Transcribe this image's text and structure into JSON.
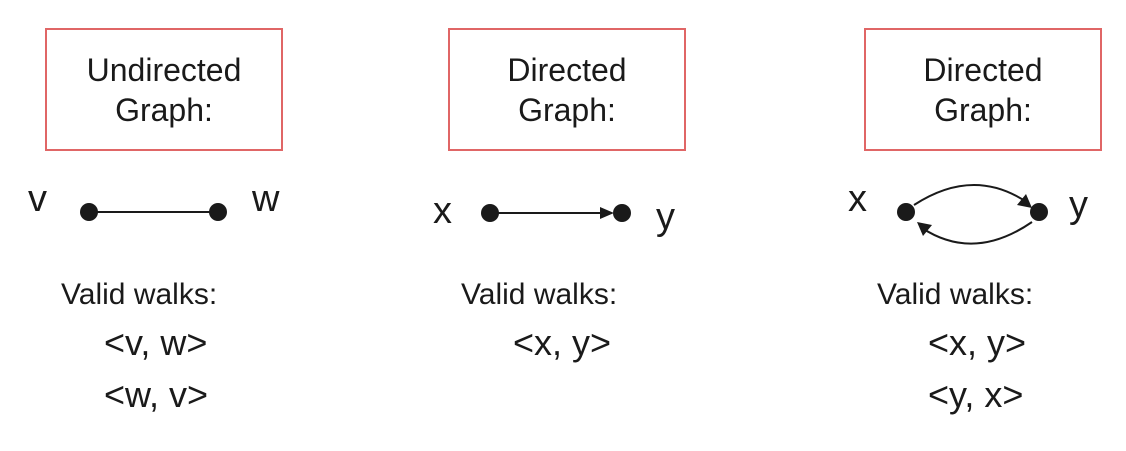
{
  "panels": [
    {
      "title_line1": "Undirected",
      "title_line2": "Graph:",
      "node_a": "v",
      "node_b": "w",
      "walks_heading": "Valid walks:",
      "walks": [
        "<v, w>",
        "<w, v>"
      ]
    },
    {
      "title_line1": "Directed",
      "title_line2": "Graph:",
      "node_a": "x",
      "node_b": "y",
      "walks_heading": "Valid walks:",
      "walks": [
        "<x, y>"
      ]
    },
    {
      "title_line1": "Directed",
      "title_line2": "Graph:",
      "node_a": "x",
      "node_b": "y",
      "walks_heading": "Valid walks:",
      "walks": [
        "<x, y>",
        "<y, x>"
      ]
    }
  ],
  "colors": {
    "box_border": "#e06666",
    "ink": "#1a1a1a"
  }
}
